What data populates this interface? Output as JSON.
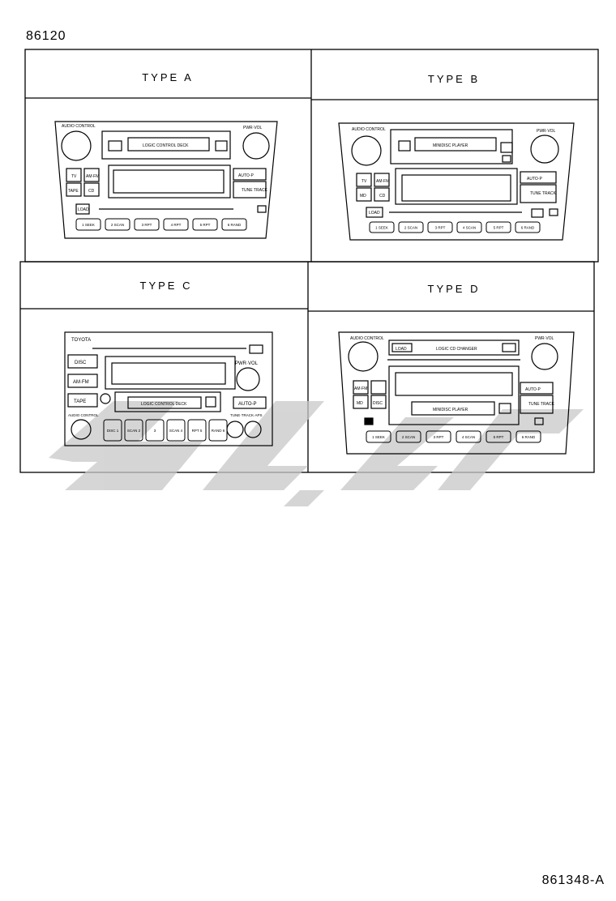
{
  "part_number": "86120",
  "reference_number": "861348-A",
  "types": [
    {
      "title": "TYPE  A",
      "labels": {
        "audio_control": "AUDIO CONTROL",
        "pwr_vol": "PWR·VOL",
        "deck": "LOGIC CONTROL DECK",
        "tv": "TV",
        "amfm": "AM·FM",
        "tape": "TAPE",
        "cd": "CD",
        "auto_p": "AUTO·P",
        "tune_track": "TUNE TRACK",
        "load": "LOAD",
        "presets": [
          "1 SEEK",
          "2 SCAN",
          "3 RPT",
          "4 RPT",
          "5 RPT",
          "6 RAND"
        ]
      }
    },
    {
      "title": "TYPE  B",
      "labels": {
        "audio_control": "AUDIO CONTROL",
        "pwr_vol": "PWR·VOL",
        "deck": "MINIDISC PLAYER",
        "tv": "TV",
        "amfm": "AM·FM",
        "md": "MD",
        "cd": "CD",
        "auto_p": "AUTO·P",
        "tune_track": "TUNE TRACK",
        "load": "LOAD",
        "presets": [
          "1 SEEK",
          "2 SCAN",
          "3 RPT",
          "4 SCAN",
          "5 RPT",
          "6 RAND"
        ]
      }
    },
    {
      "title": "TYPE  C",
      "labels": {
        "brand": "TOYOTA",
        "disc": "DISC",
        "amfm": "AM·FM",
        "tape": "TAPE",
        "pwr_vol": "PWR·VOL",
        "deck": "LOGIC CONTROL DECK",
        "auto_p": "AUTO-P",
        "audio_control": "AUDIO CONTROL",
        "tune": "TUNE·TRACK·APS",
        "presets": [
          "DISC 1",
          "SCAN 2",
          "3",
          "SCAN 4",
          "RPT 5",
          "RAND 6"
        ]
      }
    },
    {
      "title": "TYPE  D",
      "labels": {
        "audio_control": "AUDIO CONTROL",
        "pwr_vol": "PWR·VOL",
        "load": "LOAD",
        "changer": "LOGIC CD CHANGER",
        "amfm": "AM·FM",
        "md": "MD",
        "disc": "DISC",
        "deck": "MINIDISC PLAYER",
        "auto_p": "AUTO·P",
        "tune_track": "TUNE TRACK",
        "presets": [
          "1 SEEK",
          "2 SCAN",
          "3 RPT",
          "4 SCAN",
          "5 RPT",
          "6 RAND"
        ]
      }
    }
  ]
}
